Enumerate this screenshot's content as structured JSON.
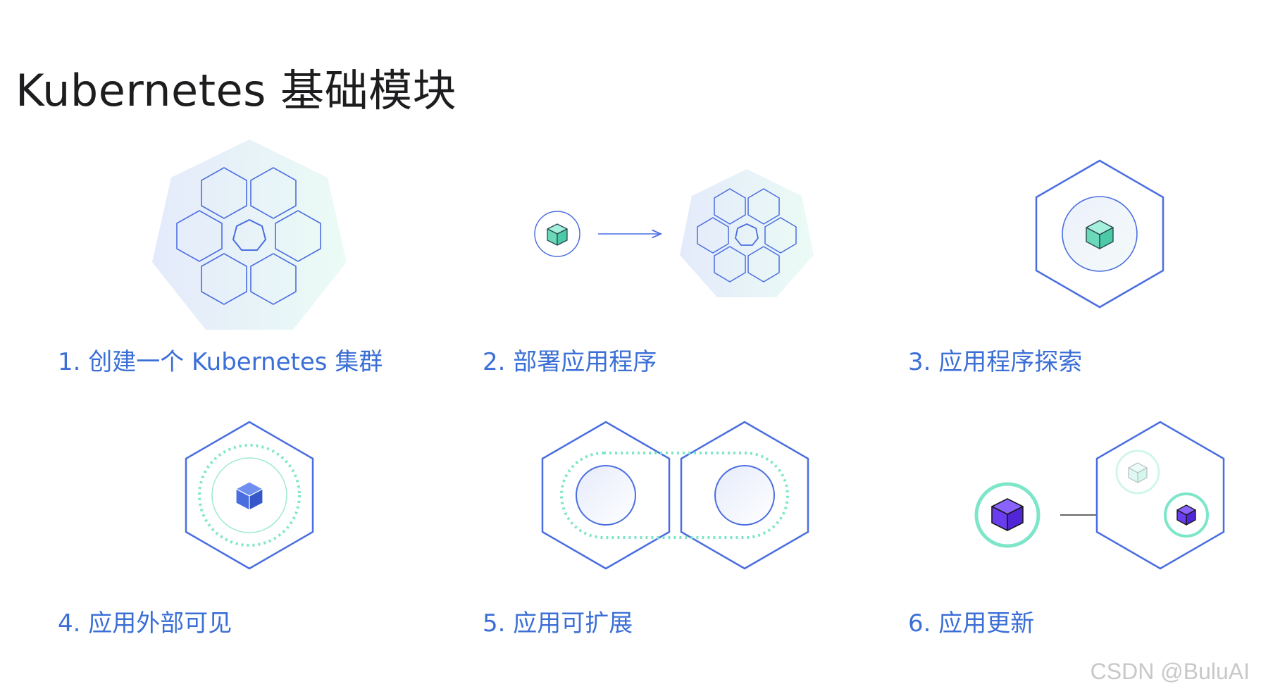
{
  "title": "Kubernetes 基础模块",
  "modules": [
    {
      "label": "1. 创建一个 Kubernetes 集群"
    },
    {
      "label": "2. 部署应用程序"
    },
    {
      "label": "3. 应用程序探索"
    },
    {
      "label": "4. 应用外部可见"
    },
    {
      "label": "5. 应用可扩展"
    },
    {
      "label": "6. 应用更新"
    }
  ],
  "watermark": "CSDN @BuluAI",
  "colors": {
    "outline": "#4a6ee0",
    "label": "#3b6fd6",
    "mint": "#7de6c9",
    "purple": "#6a3df0",
    "cube_blue": "#4a6ee0"
  }
}
